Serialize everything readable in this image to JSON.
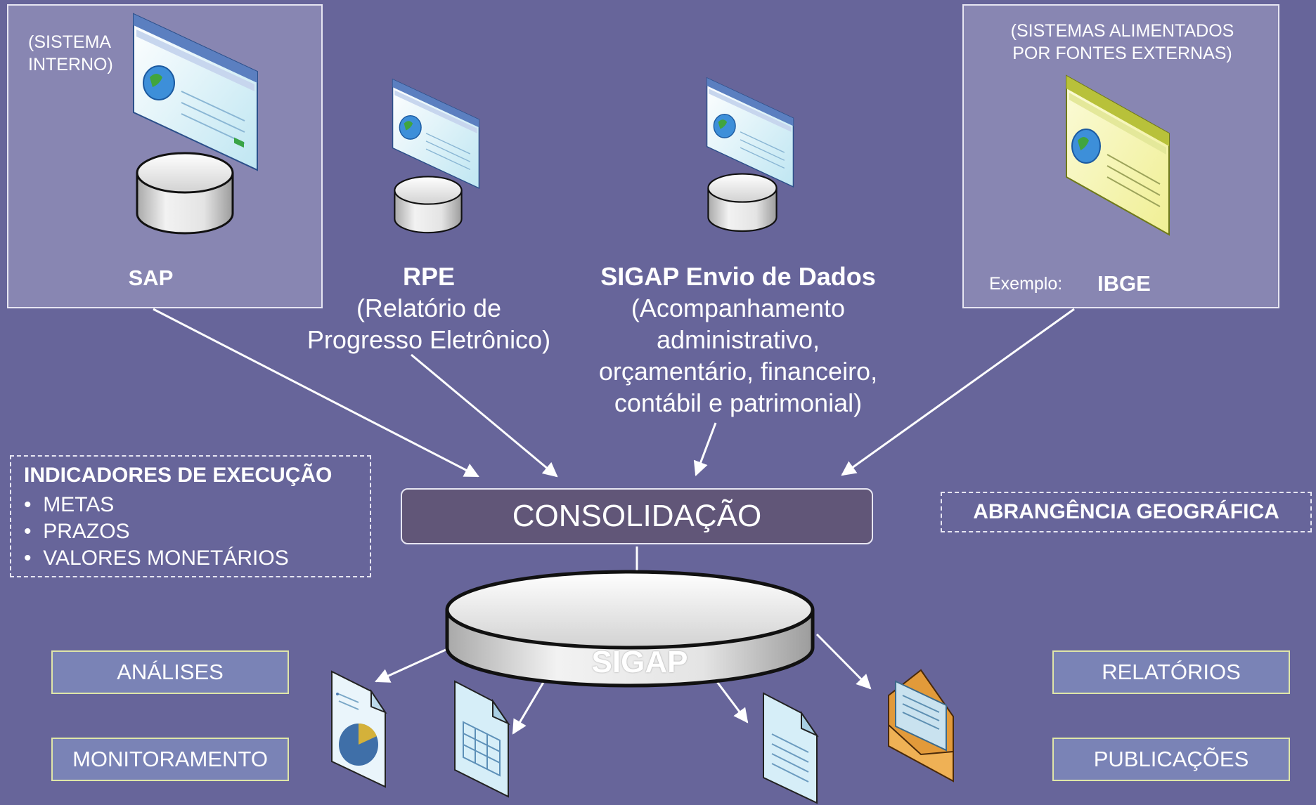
{
  "sources": {
    "sap": {
      "note_line1": "(SISTEMA",
      "note_line2": "INTERNO)",
      "name": "SAP"
    },
    "rpe": {
      "name": "RPE",
      "desc_line1": "(Relatório de",
      "desc_line2": "Progresso Eletrônico)"
    },
    "sigap_envio": {
      "name": "SIGAP Envio de Dados",
      "desc_line1": "(Acompanhamento",
      "desc_line2": "administrativo,",
      "desc_line3": "orçamentário, financeiro,",
      "desc_line4": "contábil e patrimonial)"
    },
    "externos": {
      "note_line1": "(SISTEMAS ALIMENTADOS",
      "note_line2": "POR FONTES EXTERNAS)",
      "example_label": "Exemplo:",
      "example_value": "IBGE"
    }
  },
  "consolidacao": "CONSOLIDAÇÃO",
  "database": "SIGAP",
  "indicadores": {
    "title": "INDICADORES DE EXECUÇÃO",
    "items": [
      "METAS",
      "PRAZOS",
      "VALORES MONETÁRIOS"
    ]
  },
  "abrangencia": "ABRANGÊNCIA GEOGRÁFICA",
  "outputs": {
    "analises": "ANÁLISES",
    "monitoramento": "MONITORAMENTO",
    "relatorios": "RELATÓRIOS",
    "publicacoes": "PUBLICAÇÕES"
  },
  "colors": {
    "background": "#67659a",
    "panel": "#8886b2",
    "consolidacao_box": "#615678",
    "output_tag": "#7a83b6",
    "output_tag_border": "#dfe6a8",
    "text": "#ffffff"
  },
  "icons": [
    "screen-globe-icon",
    "database-cylinder-icon",
    "yellow-screen-globe-icon",
    "pie-document-icon",
    "spreadsheet-document-icon",
    "text-document-icon",
    "open-envelope-icon"
  ]
}
